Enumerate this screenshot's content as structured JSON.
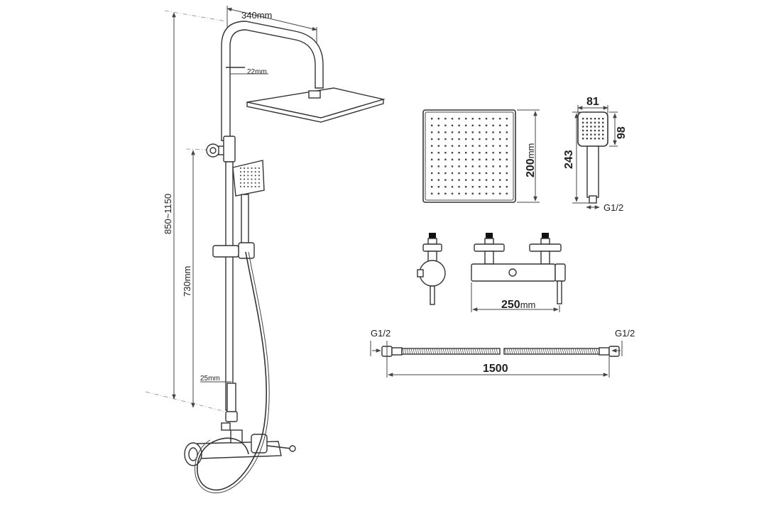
{
  "labels": {
    "dim_head_width": "340mm",
    "dim_pipe_dia": "22mm",
    "dim_total_height": "850~1150",
    "dim_rail_height": "730mm",
    "dim_lower_pipe": "25mm",
    "dim_head_size_num": "200",
    "dim_head_size_unit": "mm",
    "dim_hand_width": "81",
    "dim_hand_head": "98",
    "dim_hand_length": "243",
    "dim_hand_thread": "G1/2",
    "dim_valve_width_num": "250",
    "dim_valve_width_unit": "mm",
    "hose_thread_left": "G1/2",
    "hose_thread_right": "G1/2",
    "dim_hose_length": "1500"
  }
}
